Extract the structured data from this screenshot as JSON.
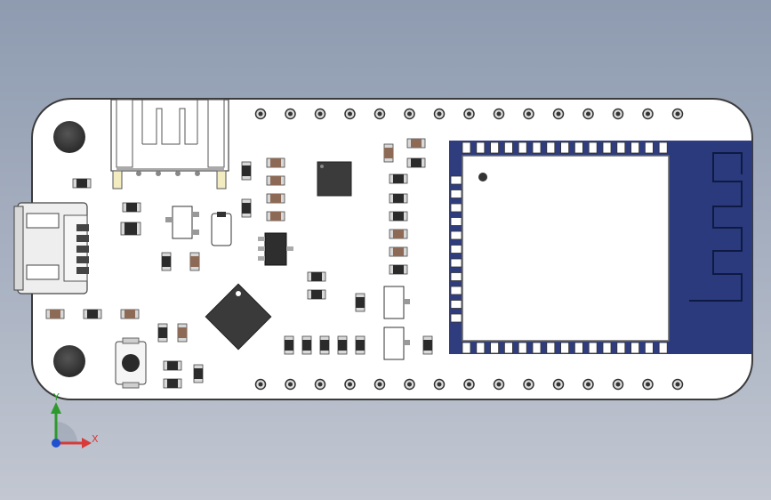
{
  "viewport": {
    "background_top": "#8e9bb0",
    "background_bottom": "#c2c7d1"
  },
  "board": {
    "type": "ESP-12 development board (CAD render)",
    "pcb_color": "#ffffff",
    "edge_color": "#3b3b3b",
    "mounting_holes": 2,
    "header_pin_columns": 15,
    "components": {
      "usb_connector": "micro-usb",
      "jst_connector": "jst-4pin",
      "reset_button": "tactile-switch",
      "microcontroller": "qfn-ic",
      "wifi_module": "esp-12",
      "antenna": "pcb-antenna"
    },
    "colors": {
      "module_blue": "#2f3d7e",
      "antenna_bg": "#2a3a7c",
      "shield": "#ffffff",
      "ic_dark": "#3a3a3a",
      "resistor_brown": "#8c6a55",
      "cap_dark": "#2b2b2b",
      "pad_tin": "#d8d8d8"
    }
  },
  "triad": {
    "x_label": "X",
    "y_label": "Y",
    "x_color": "#d83a3a",
    "y_color": "#2e9a2e",
    "z_color": "#2050d0"
  }
}
